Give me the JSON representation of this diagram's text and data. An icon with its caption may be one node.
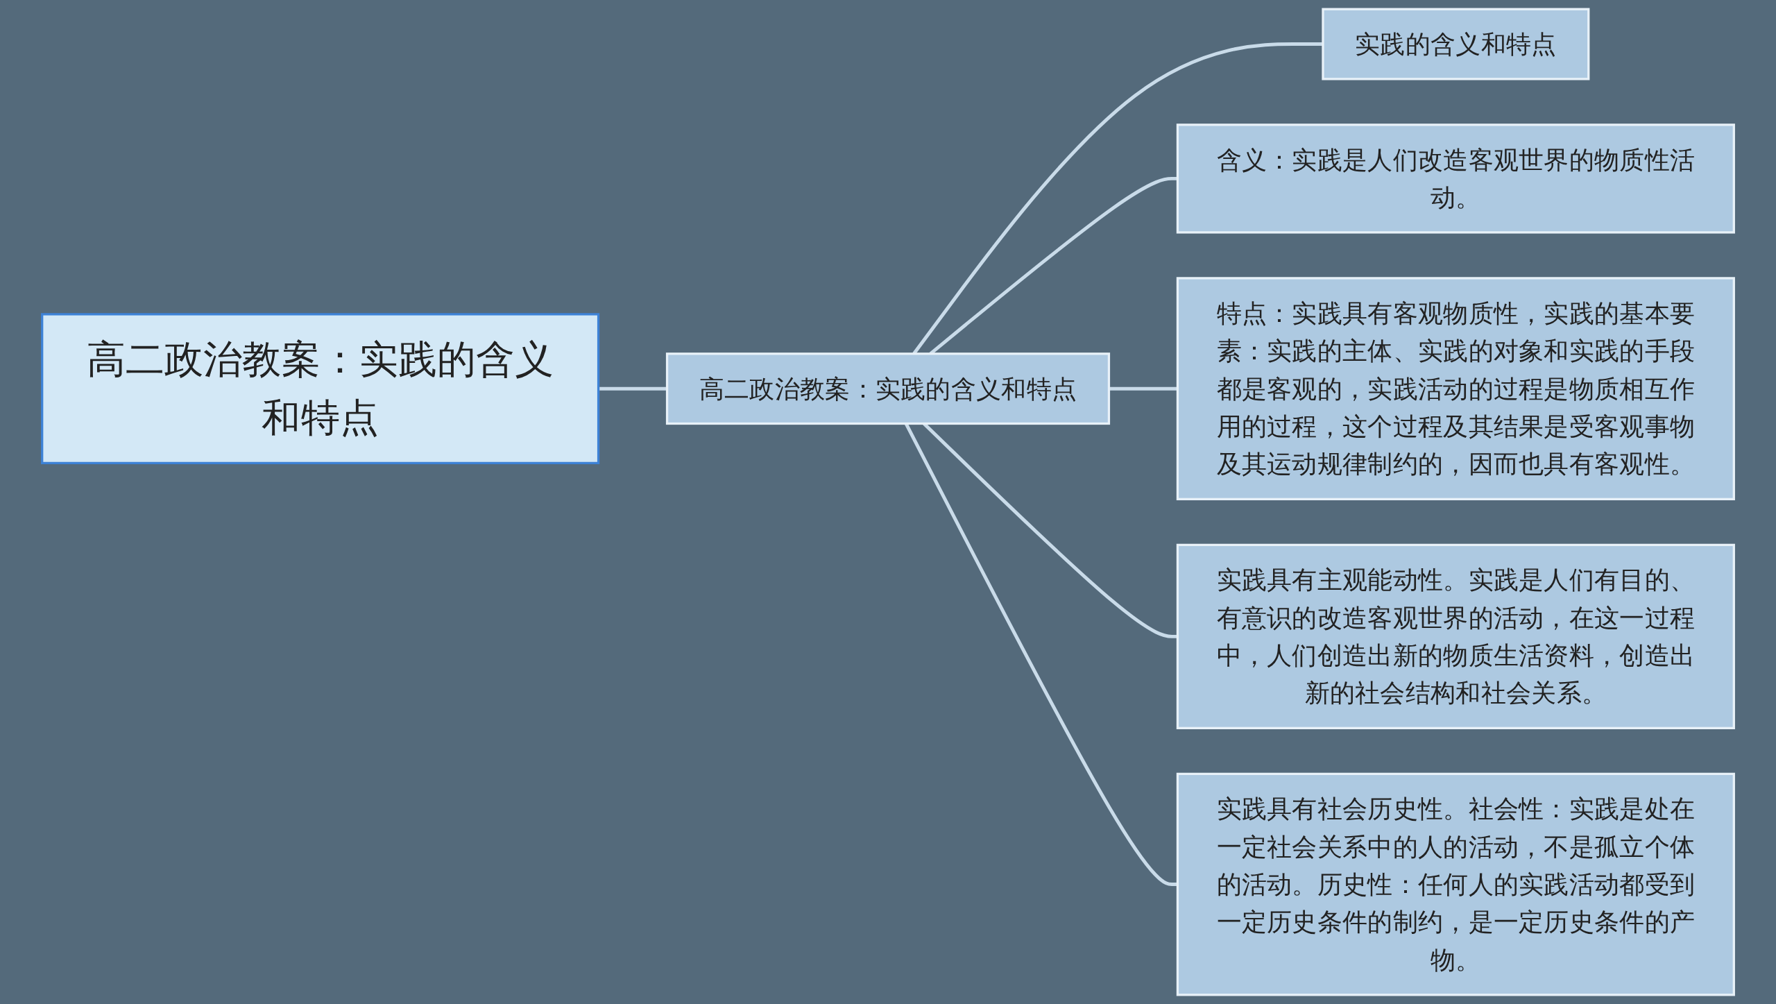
{
  "diagram": {
    "nodes": [
      {
        "text": [
          "高二政治教案：实践的含义和特点"
        ]
      },
      {
        "text": [
          "高二政治教案：实践的含义和特点"
        ]
      },
      {
        "text": [
          "实践的含义和特点"
        ]
      },
      {
        "text": [
          "含义：实践是人们改造客观世界的物质性活动。"
        ]
      },
      {
        "text": [
          "特点：实践具有客观物质性，实践的基本要素：实践的主体、实践的对象和实践的手段都是客观的，实践活动的过程是物质相互作用的过程，这个过程及其结果是受客观事物及其运动规律制约的，因而也具有客观性。"
        ]
      },
      {
        "text": [
          "实践具有主观能动性。实践是人们有目的、有意识的改造客观世界的活动，在这一过程中，人们创造出新的物质生活资料，创造出新的社会结构和社会关系。"
        ]
      },
      {
        "text": [
          "实践具有社会历史性。社会性：实践是处在一定社会关系中的人的活动，不是孤立个体的活动。历史性：任何人的实践活动都受到一定历史条件的制约，是一定历史条件的产物。"
        ]
      }
    ],
    "edges": [
      {
        "from": 0,
        "to": 1,
        "arrow": "none"
      },
      {
        "from": 1,
        "to": 2,
        "arrow": "none"
      },
      {
        "from": 1,
        "to": 3,
        "arrow": "none"
      },
      {
        "from": 1,
        "to": 4,
        "arrow": "none"
      },
      {
        "from": 1,
        "to": 5,
        "arrow": "none"
      },
      {
        "from": 1,
        "to": 6,
        "arrow": "none"
      }
    ]
  }
}
